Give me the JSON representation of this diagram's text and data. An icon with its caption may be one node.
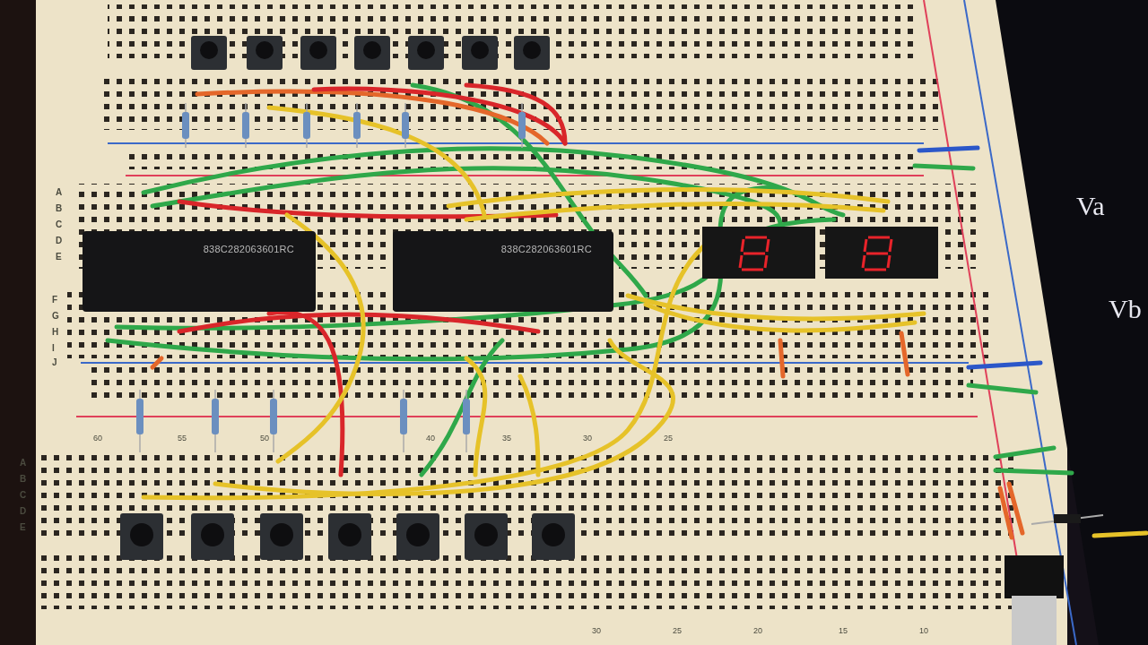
{
  "diagram": {
    "nodes": [
      {
        "text": [
          "838C282063601RC"
        ]
      },
      {
        "text": [
          "838C282063601RC"
        ]
      }
    ],
    "labels": [
      "A",
      "B",
      "C",
      "D",
      "E",
      "Va",
      "F",
      "G",
      "H",
      "I",
      "J",
      "Vb",
      "60",
      "55",
      "50",
      "40",
      "35",
      "30",
      "25",
      "A",
      "B",
      "C",
      "D",
      "E",
      "30",
      "25",
      "20",
      "15",
      "10"
    ]
  }
}
